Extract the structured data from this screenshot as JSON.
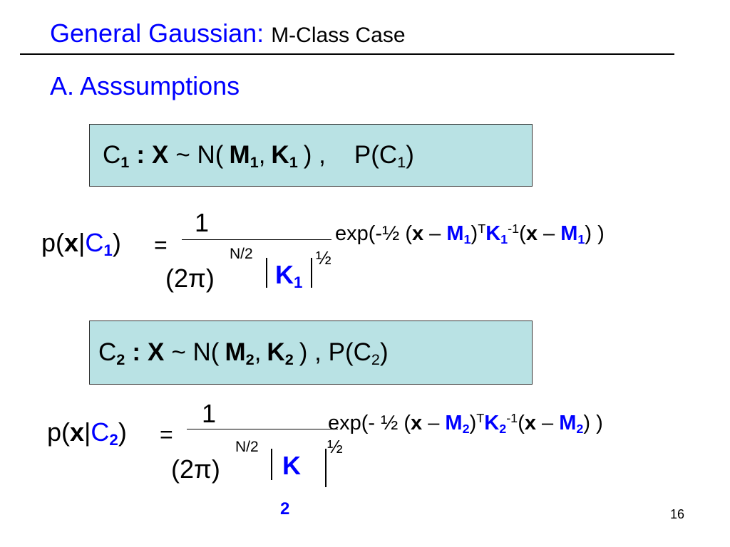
{
  "title": {
    "main": "General Gaussian:",
    "sub": "M-Class Case"
  },
  "section": "A. Asssumptions",
  "box1": {
    "c": "C",
    "idx": "1",
    "colon": ":",
    "X": "X",
    "tilde": "~ N(",
    "M": "M",
    "comma": ",",
    "K": "K",
    "close": ") ,",
    "p": "P(C",
    "pend": ")"
  },
  "box2": {
    "c": "C",
    "idx": "2",
    "colon": ":",
    "X": "X",
    "tilde": "~ N(",
    "M": "M",
    "comma": ",",
    "K": "K",
    "close": ") , P(C",
    "pend": ")"
  },
  "eq1": {
    "lhs_p": "p(",
    "lhs_x": "x",
    "lhs_bar": "|",
    "lhs_C": "C",
    "lhs_i": "1",
    "lhs_close": ")",
    "equals": "=",
    "numerator": "1",
    "den_open": "(2",
    "pi": "π",
    "den_close": ")",
    "exponent": "N/2",
    "K": "K",
    "Ki": "1",
    "half": "½",
    "exp_open": "exp(-½ (",
    "x1": "x",
    "dash1": " – ",
    "M1": "M",
    "Mi1": "1",
    "paren": ")",
    "T": "T",
    "K2": "K",
    "Ki2": "1",
    "inv": "-1",
    "open2": "(",
    "x2": "x",
    "dash2": " – ",
    "M2": "M",
    "Mi2": "1",
    "end": ") )"
  },
  "eq2": {
    "lhs_p": "p(",
    "lhs_x": "x",
    "lhs_bar": "|",
    "lhs_C": "C",
    "lhs_i": "2",
    "lhs_close": ")",
    "equals": "=",
    "numerator": "1",
    "den_open": "(2",
    "pi": "π",
    "den_close": ")",
    "exponent": "N/2",
    "K": "K",
    "Ki": "2",
    "half": "½",
    "exp_open": "exp(- ½ (",
    "x1": "x",
    "dash1": " – ",
    "M1": "M",
    "Mi1": "2",
    "paren": ")",
    "T": "T",
    "K2": "K",
    "Ki2": "2",
    "inv": "-1",
    "open2": "(",
    "x2": "x",
    "dash2": " – ",
    "M2": "M",
    "Mi2": "2",
    "end": ") )"
  },
  "page_number": "16"
}
